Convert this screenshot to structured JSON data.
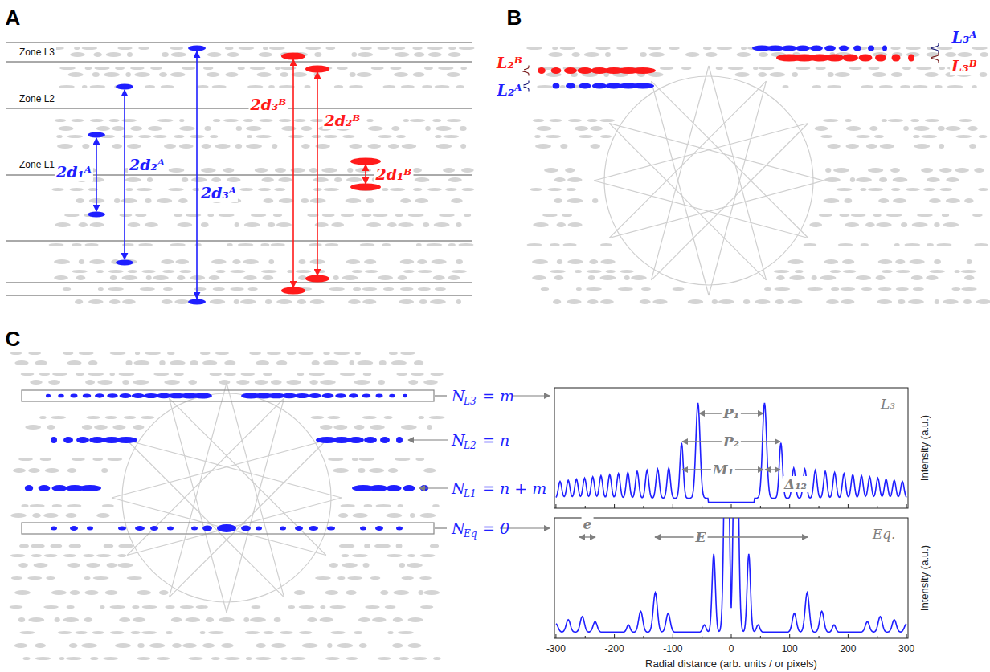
{
  "diagram": {
    "labels": [
      "A",
      "B",
      "C",
      "Zone L3",
      "Zone L2",
      "Zone L1",
      "2d₁ᴬ",
      "2d₂ᴬ",
      "2d₃ᴬ",
      "2d₃ᴮ",
      "2d₂ᴮ",
      "2d₁ᴮ",
      "L₂ᴮ",
      "L₂ᴬ",
      "L₃ᴬ",
      "L₃ᴮ",
      "N",
      "L3",
      "= m",
      "N",
      "L2",
      "= n",
      "N",
      "L1",
      "= n + m",
      "N",
      "Eq",
      "= 0",
      "P₁",
      "P₂",
      "M₁",
      "Δ₁₂",
      "L₃",
      "Eq.",
      "e",
      "E",
      "Intensity (a.u.)",
      "Intensity (a.u.)",
      "-300",
      "-200",
      "-100",
      "0",
      "100",
      "200",
      "300",
      "Radial distance (arb. units / or pixels)"
    ]
  }
}
